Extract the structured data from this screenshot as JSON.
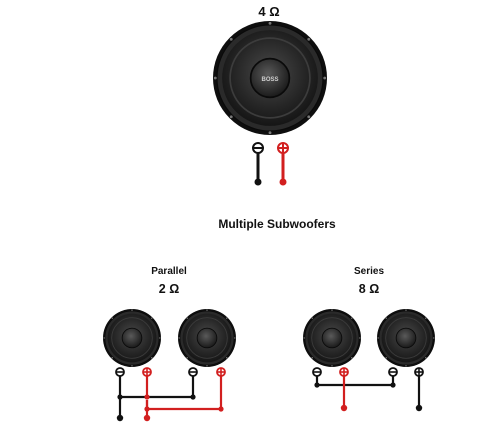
{
  "single": {
    "impedance": "4 Ω",
    "logo": "BOSS"
  },
  "heading": "Multiple Subwoofers",
  "parallel": {
    "title": "Parallel",
    "impedance": "2 Ω"
  },
  "series": {
    "title": "Series",
    "impedance": "8 Ω"
  },
  "colors": {
    "positive": "#d21f1f",
    "negative": "#111111",
    "speaker_body": "#1c1c1c"
  }
}
